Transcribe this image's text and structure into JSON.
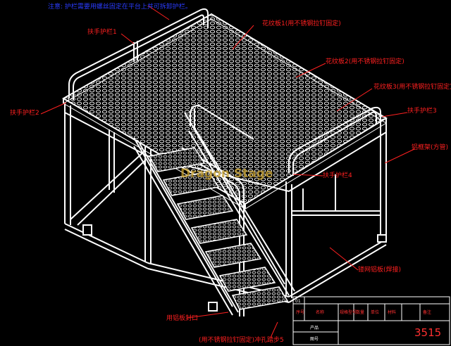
{
  "top_note": "注意: 护栏需要用螺丝固定在平台上并可拆卸护栏。",
  "labels": {
    "handrail_1": "扶手护栏1",
    "handrail_2": "扶手护栏2",
    "handrail_3": "扶手护栏3",
    "handrail_4": "扶手护栏4",
    "plate_1": "花纹板1(用不锈钢拉钉固定)",
    "plate_2": "花纹板2(用不锈钢拉钉固定)",
    "plate_3": "花纹板3(用不锈钢拉钉固定)",
    "aluminum_frame": "铝框架(方管)",
    "alu_plate_lower": "镂网铝板(焊接)",
    "alu_plate_d": "用铝板封口",
    "bottom_note": "(用不锈钢拉钉固定)冲孔踏步5"
  },
  "watermark": "Dragon Stage",
  "title_block": {
    "sheet_no": "01",
    "headers": [
      "序号",
      "名称",
      "规格型号",
      "数量",
      "单位",
      "材料",
      "备注"
    ],
    "product_label": "产品",
    "drawing_no_label": "图号",
    "drawing_no": "3515"
  }
}
